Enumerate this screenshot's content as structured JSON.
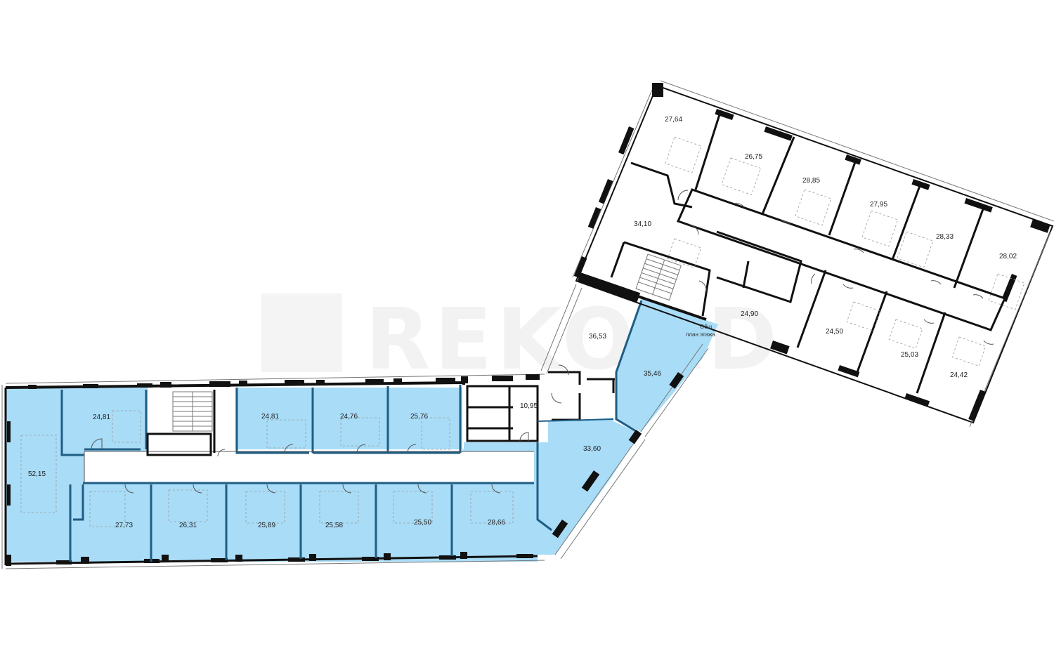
{
  "plan": {
    "highlight_color": "#a8dcf7",
    "highlight_outline": "#1f5d84",
    "wall_color": "#111111",
    "watermark": "REKORD",
    "caption_line1": "Общ",
    "caption_line2": "план этажа"
  },
  "rooms": {
    "r2764": "27,64",
    "r2675": "26,75",
    "r2885": "28,85",
    "r2795": "27,95",
    "r2833": "28,33",
    "r2802": "28,02",
    "r3410": "34,10",
    "r2490": "24,90",
    "r2450": "24,50",
    "r2503": "25,03",
    "r2442": "24,42",
    "r3653": "36,53",
    "r3546": "35,46",
    "r3360": "33,60",
    "r1095": "10,95",
    "r2481a": "24,81",
    "r2481b": "24,81",
    "r2476": "24,76",
    "r2576": "25,76",
    "r5215": "52,15",
    "r2773": "27,73",
    "r2631": "26,31",
    "r2589": "25,89",
    "r2558": "25,58",
    "r2550": "25,50",
    "r2866": "28,66"
  }
}
